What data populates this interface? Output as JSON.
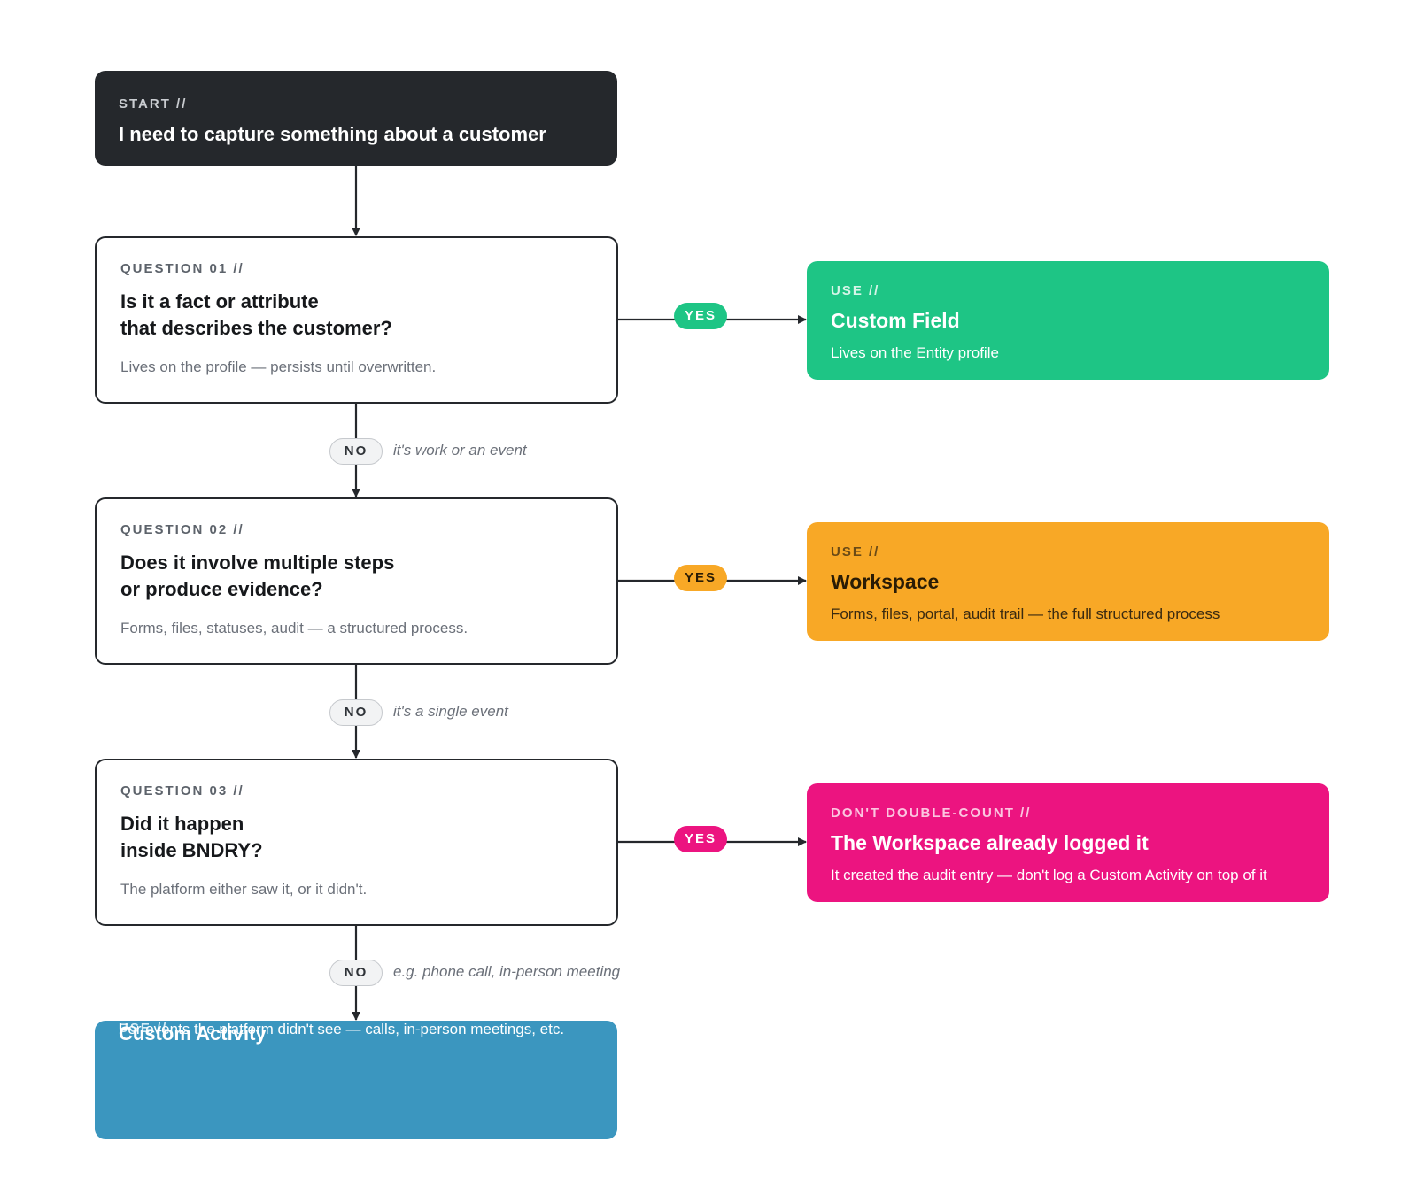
{
  "start": {
    "kicker": "START //",
    "title": "I need to capture something about a customer"
  },
  "questions": [
    {
      "kicker": "QUESTION 01 //",
      "title_lines": [
        "Is it a fact or attribute",
        "that describes the customer?"
      ],
      "description": "Lives on the profile — persists until overwritten."
    },
    {
      "kicker": "QUESTION 02 //",
      "title_lines": [
        "Does it involve multiple steps",
        "or produce evidence?"
      ],
      "description": "Forms, files, statuses, audit — a structured process."
    },
    {
      "kicker": "QUESTION 03 //",
      "title_lines": [
        "Did it happen",
        "inside BNDRY?"
      ],
      "description": "The platform either saw it, or it didn't."
    }
  ],
  "outcomes": [
    {
      "kicker": "USE //",
      "title": "Custom Field",
      "description": "Lives on the Entity profile",
      "color": "#1ec585"
    },
    {
      "kicker": "USE //",
      "title": "Workspace",
      "description": "Forms, files, portal, audit trail — the full structured process",
      "color": "#f8a826"
    },
    {
      "kicker": "DON'T DOUBLE-COUNT //",
      "title": "The Workspace already logged it",
      "description": "It created the audit entry — don't log a Custom Activity on top of it",
      "color": "#ec1480"
    },
    {
      "kicker": "USE //",
      "title": "Custom Activity",
      "description": "For events the platform didn't see — calls, in-person meetings, etc.",
      "color": "#3b96bf"
    }
  ],
  "branches": {
    "yes_label": "YES",
    "no_label": "NO",
    "no_notes": [
      "it's work or an event",
      "it's a single event",
      "e.g. phone call, in-person meeting"
    ]
  },
  "colors": {
    "start_bg": "#25282c",
    "connector": "#25282c"
  }
}
